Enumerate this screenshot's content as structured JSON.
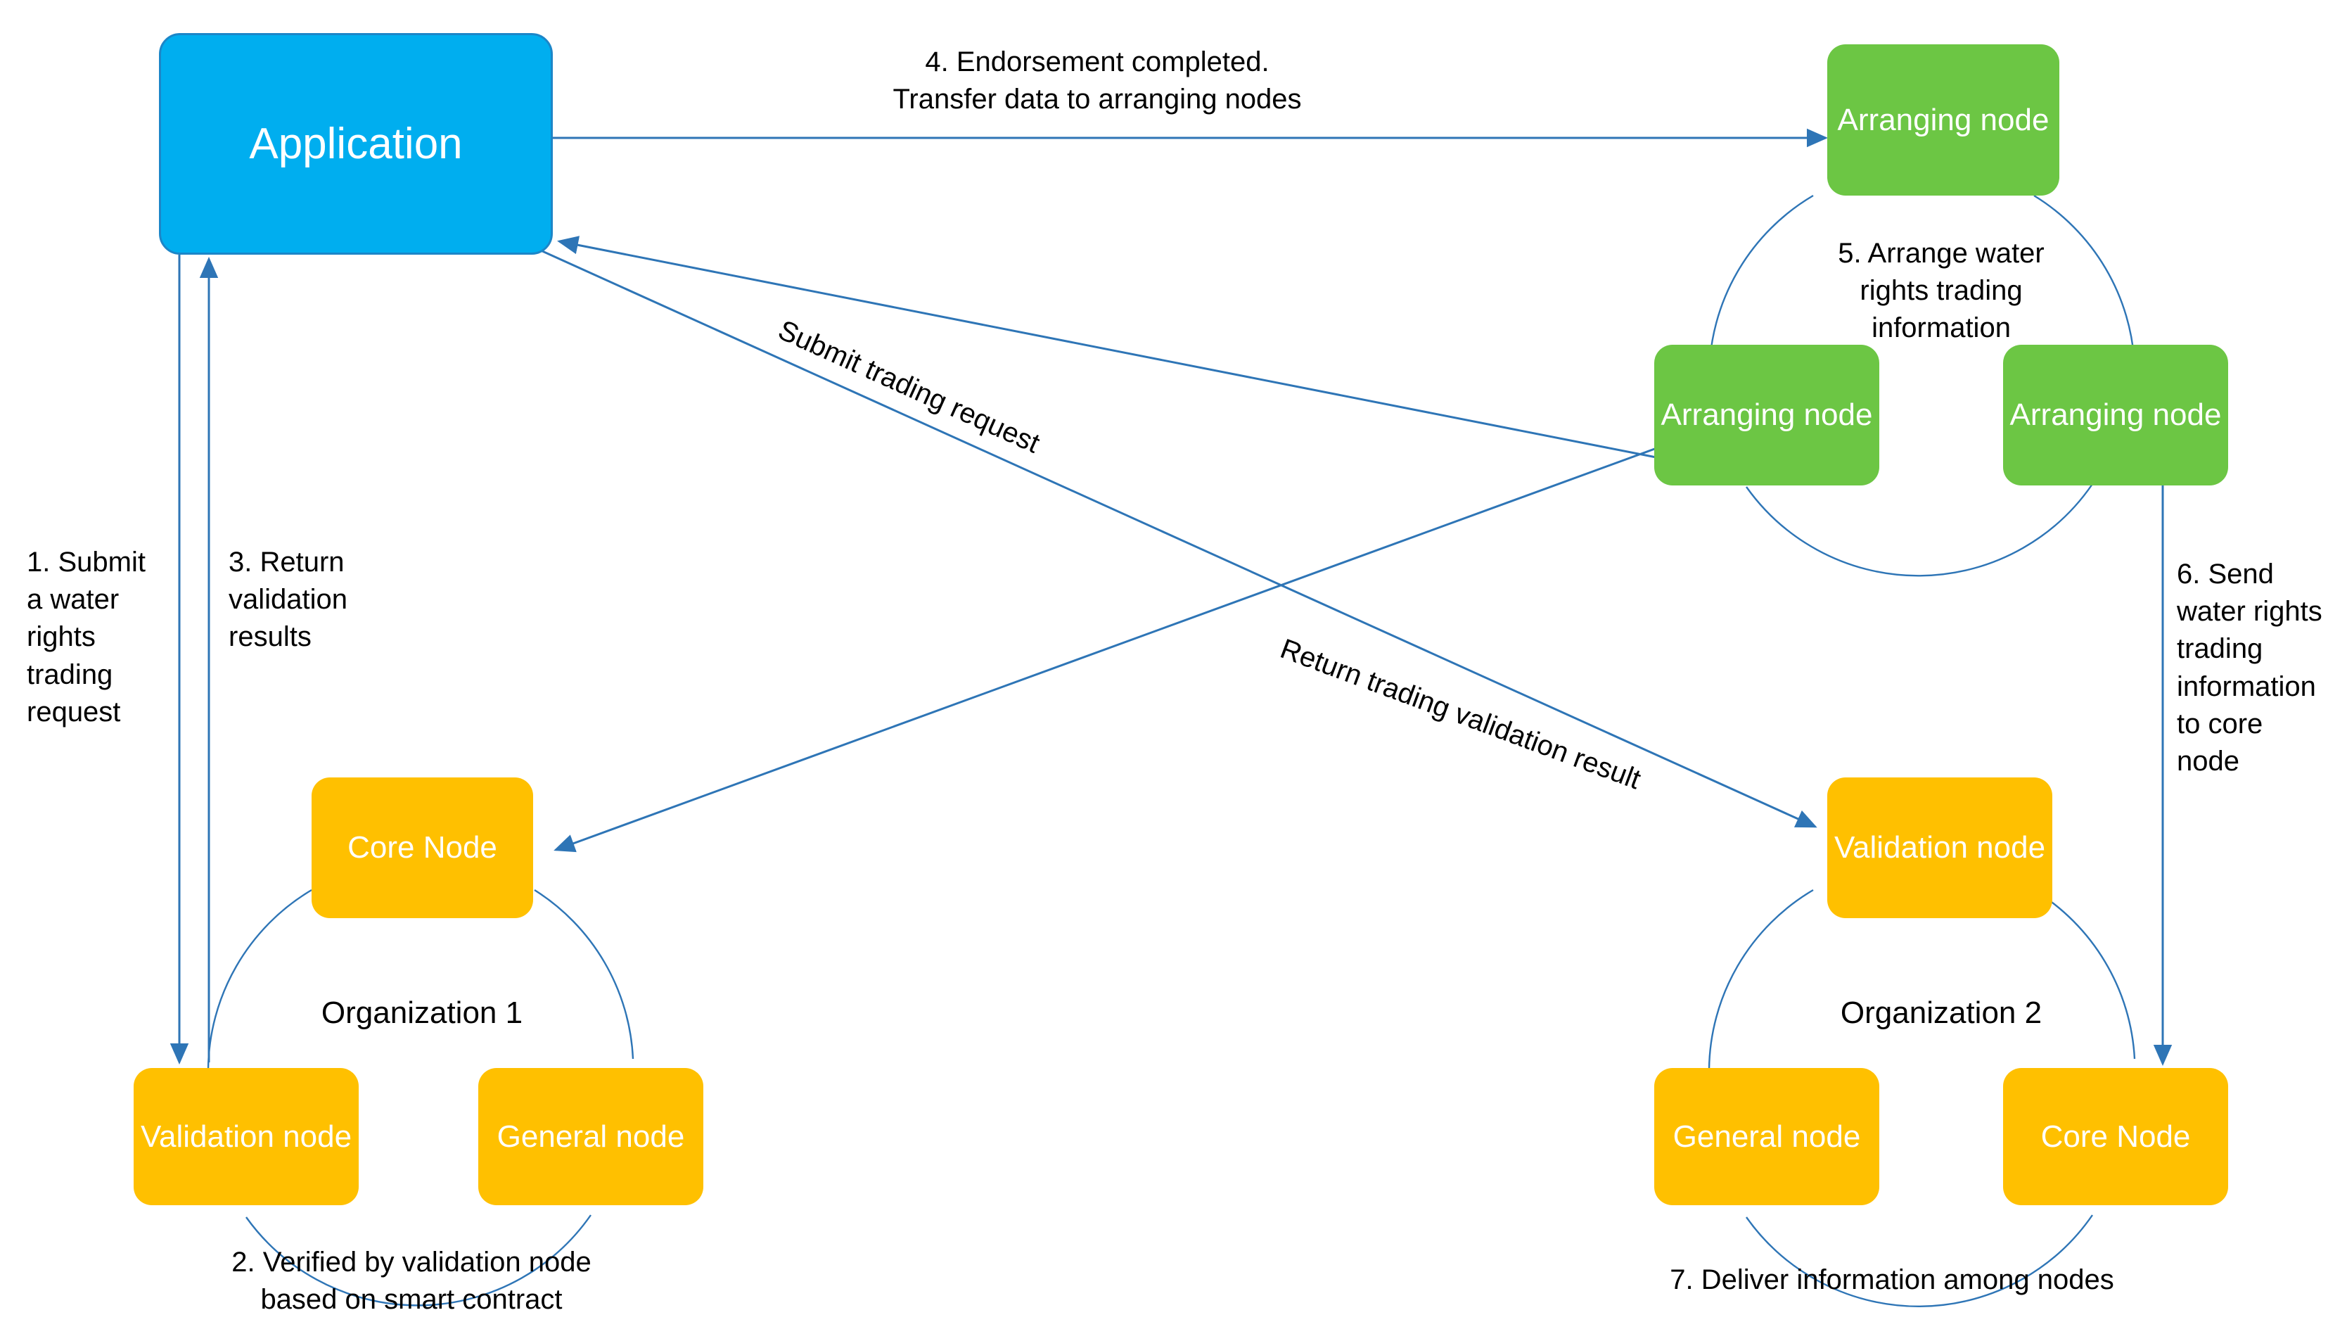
{
  "diagram": {
    "title": "Water rights trading blockchain flow",
    "colors": {
      "application": "#00AEEF",
      "application_border": "#1C86C8",
      "arranging_node": "#6CC644",
      "org_node": "#FFC000",
      "connector": "#2E75B6",
      "text": "#000000",
      "node_text": "#FFFFFF",
      "background": "#FFFFFF"
    }
  },
  "nodes": {
    "application": "Application",
    "arranging_top": "Arranging\nnode",
    "arranging_mid_left": "Arranging\nnode",
    "arranging_mid_right": "Arranging\nnode",
    "org1_core": "Core Node",
    "org1_validation": "Validation\nnode",
    "org1_general": "General\nnode",
    "org2_validation": "Validation\nnode",
    "org2_general": "General\nnode",
    "org2_core": "Core Node"
  },
  "groups": {
    "org1_label": "Organization 1",
    "org2_label": "Organization 2"
  },
  "steps": {
    "step1": "1. Submit\na water\nrights\ntrading\nrequest",
    "step2": "2. Verified by validation node\nbased on smart contract",
    "step3": "3. Return\nvalidation\nresults",
    "step4": "4. Endorsement completed.\nTransfer data to arranging nodes",
    "step5": "5. Arrange water\nrights trading\ninformation",
    "step6": "6. Send\nwater rights\ntrading\ninformation\nto core\nnode",
    "step7": "7. Deliver information among nodes"
  },
  "edge_labels": {
    "submit_trading_request": "Submit trading request",
    "return_trading_validation_result": "Return trading validation result"
  }
}
